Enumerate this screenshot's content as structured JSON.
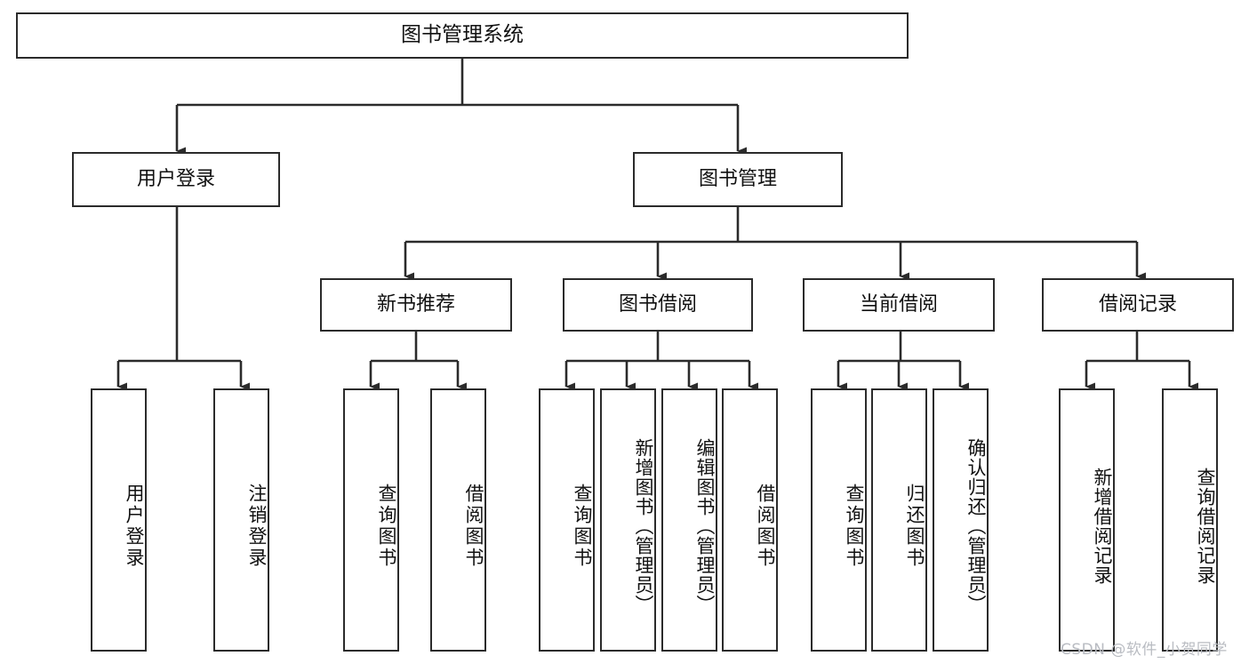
{
  "diagram": {
    "title": "图书管理系统",
    "type": "tree",
    "watermark": "CSDN @软件_小贺同学",
    "colors": {
      "stroke": "#2b2b2b",
      "fill": "#ffffff",
      "text": "#111111",
      "watermark": "#b9bcc2"
    },
    "nodes": {
      "root": {
        "label": "图书管理系统",
        "level": 1
      },
      "user_login": {
        "label": "用户登录",
        "level": 2
      },
      "book_manage": {
        "label": "图书管理",
        "level": 2
      },
      "new_book_rec": {
        "label": "新书推荐",
        "level": 3
      },
      "book_borrow": {
        "label": "图书借阅",
        "level": 3
      },
      "current_borrow": {
        "label": "当前借阅",
        "level": 3
      },
      "borrow_record": {
        "label": "借阅记录",
        "level": 3
      },
      "leaf_user_login": {
        "label": "用户登录",
        "level": 4
      },
      "leaf_logout": {
        "label": "注销登录",
        "level": 4
      },
      "leaf_query_book_1": {
        "label": "查询图书",
        "level": 4
      },
      "leaf_borrow_book_1": {
        "label": "借阅图书",
        "level": 4
      },
      "leaf_query_book_2": {
        "label": "查询图书",
        "level": 4
      },
      "leaf_add_book": {
        "label": "新增图书（管理员）",
        "level": 4
      },
      "leaf_edit_book": {
        "label": "编辑图书（管理员）",
        "level": 4
      },
      "leaf_borrow_book_2": {
        "label": "借阅图书",
        "level": 4
      },
      "leaf_query_book_3": {
        "label": "查询图书",
        "level": 4
      },
      "leaf_return_book": {
        "label": "归还图书",
        "level": 4
      },
      "leaf_confirm_return": {
        "label": "确认归还（管理员）",
        "level": 4
      },
      "leaf_add_record": {
        "label": "新增借阅记录",
        "level": 4
      },
      "leaf_query_record": {
        "label": "查询借阅记录",
        "level": 4
      }
    },
    "edges": [
      {
        "from": "root",
        "to": "user_login"
      },
      {
        "from": "root",
        "to": "book_manage"
      },
      {
        "from": "user_login",
        "to": "leaf_user_login"
      },
      {
        "from": "user_login",
        "to": "leaf_logout"
      },
      {
        "from": "book_manage",
        "to": "new_book_rec"
      },
      {
        "from": "book_manage",
        "to": "book_borrow"
      },
      {
        "from": "book_manage",
        "to": "current_borrow"
      },
      {
        "from": "book_manage",
        "to": "borrow_record"
      },
      {
        "from": "new_book_rec",
        "to": "leaf_query_book_1"
      },
      {
        "from": "new_book_rec",
        "to": "leaf_borrow_book_1"
      },
      {
        "from": "book_borrow",
        "to": "leaf_query_book_2"
      },
      {
        "from": "book_borrow",
        "to": "leaf_add_book"
      },
      {
        "from": "book_borrow",
        "to": "leaf_edit_book"
      },
      {
        "from": "book_borrow",
        "to": "leaf_borrow_book_2"
      },
      {
        "from": "current_borrow",
        "to": "leaf_query_book_3"
      },
      {
        "from": "current_borrow",
        "to": "leaf_return_book"
      },
      {
        "from": "current_borrow",
        "to": "leaf_confirm_return"
      },
      {
        "from": "borrow_record",
        "to": "leaf_add_record"
      },
      {
        "from": "borrow_record",
        "to": "leaf_query_record"
      }
    ]
  }
}
